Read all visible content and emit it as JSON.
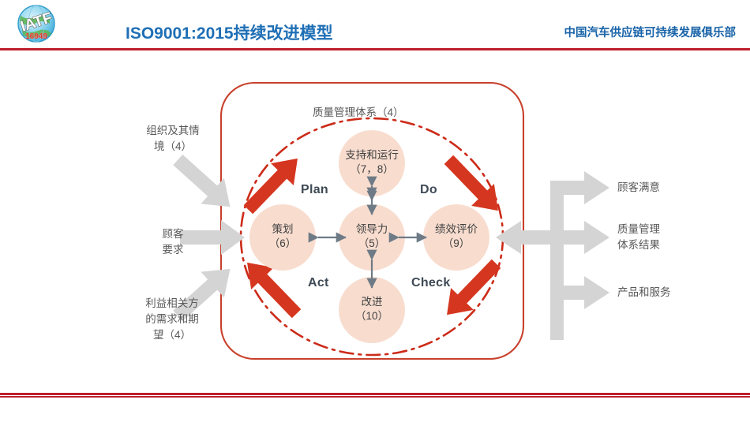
{
  "header": {
    "logo_icon": "iatf-16949-globe-logo",
    "logo_text": "IATF",
    "logo_sub": "16949",
    "title": "ISO9001:2015持续改进模型",
    "org": "中国汽车供应链可持续发展俱乐部",
    "title_color": "#1F6FB5",
    "org_color": "#1863A8",
    "rule_color": "#BE1E2D"
  },
  "diagram": {
    "frame_label": "质量管理体系（4）",
    "frame_border_color": "#C8402B",
    "cycle_ring_color": "#CC2B19",
    "node_fill": "#F8DDCF",
    "arrow_red": "#D5361F",
    "arrow_gray": "#D4D4D4",
    "nodes": [
      {
        "id": "support-operation",
        "label": "支持和运行\n（7，8）"
      },
      {
        "id": "planning",
        "label": "策划\n（6）"
      },
      {
        "id": "leadership",
        "label": "领导力\n（5）"
      },
      {
        "id": "performance",
        "label": "绩效评价\n（9）"
      },
      {
        "id": "improvement",
        "label": "改进\n（10）"
      }
    ],
    "pdca": [
      {
        "id": "plan",
        "label": "Plan"
      },
      {
        "id": "do",
        "label": "Do"
      },
      {
        "id": "act",
        "label": "Act"
      },
      {
        "id": "check",
        "label": "Check"
      }
    ],
    "inputs": [
      {
        "id": "context",
        "label": "组织及其情\n境（4）"
      },
      {
        "id": "customer-req",
        "label": "顾客\n要求"
      },
      {
        "id": "stakeholder",
        "label": "利益相关方\n的需求和期\n望（4）"
      }
    ],
    "outputs": [
      {
        "id": "customer-satisfaction",
        "label": "顾客满意"
      },
      {
        "id": "qms-results",
        "label": "质量管理\n体系结果"
      },
      {
        "id": "products-services",
        "label": "产品和服务"
      }
    ]
  }
}
